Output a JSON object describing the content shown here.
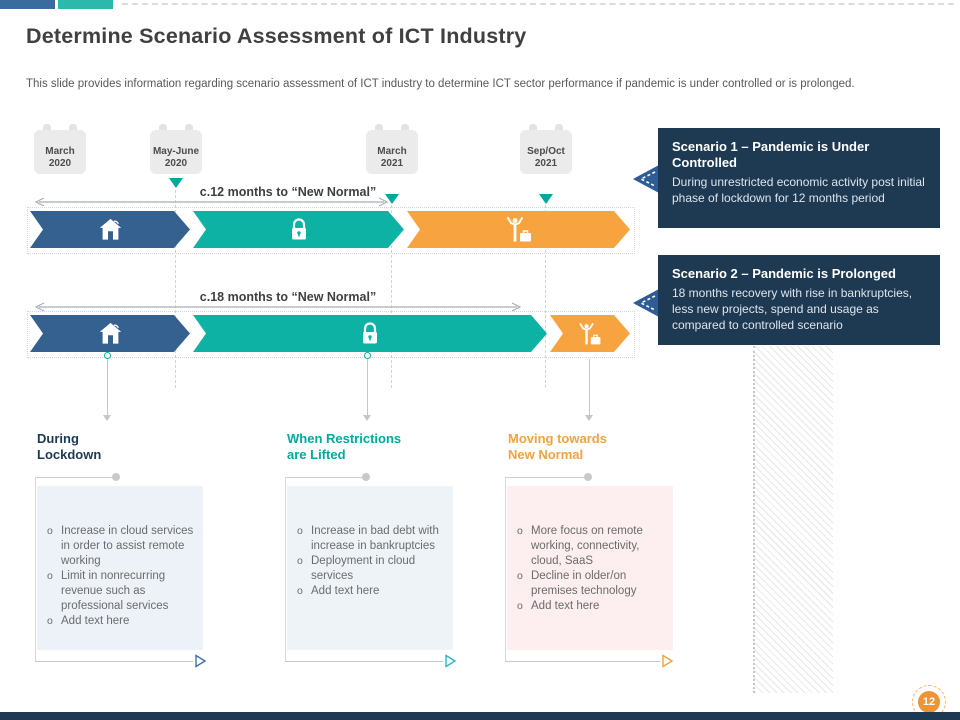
{
  "slide": {
    "title": "Determine Scenario Assessment of ICT Industry",
    "subtitle": "This slide provides information regarding scenario assessment of ICT industry to determine ICT sector performance if pandemic is under controlled or is prolonged.",
    "page_number": "12"
  },
  "colors": {
    "navy": "#1e3a52",
    "blue_arrow": "#34618f",
    "teal_arrow": "#0db2a4",
    "orange_arrow": "#f7a440",
    "badge_orange": "#ef9434"
  },
  "timeline": {
    "milestones": [
      {
        "line1": "March",
        "line2": "2020"
      },
      {
        "line1": "May-June",
        "line2": "2020"
      },
      {
        "line1": "March",
        "line2": "2021"
      },
      {
        "line1": "Sep/Oct",
        "line2": "2021"
      }
    ],
    "durations": [
      {
        "label": "c.12 months to “New Normal”"
      },
      {
        "label": "c.18 months to “New Normal”"
      }
    ],
    "arrow_icons": [
      "work-from-home",
      "lockdown-lock",
      "new-normal-celebration"
    ]
  },
  "scenarios": [
    {
      "title": "Scenario 1 – Pandemic is Under Controlled",
      "body": "During unrestricted economic activity post initial phase of lockdown for 12 months period"
    },
    {
      "title": "Scenario 2 – Pandemic is Prolonged",
      "body": "18 months recovery with rise in bankruptcies, less new projects, spend and usage as compared to controlled scenario"
    }
  ],
  "phases": [
    {
      "heading_line1": "During",
      "heading_line2": "Lockdown",
      "bullets": [
        "Increase in cloud services in order to assist remote working",
        "Limit in nonrecurring revenue such as professional services",
        "Add text here"
      ]
    },
    {
      "heading_line1": "When Restrictions",
      "heading_line2": "are Lifted",
      "bullets": [
        "Increase in bad debt with increase in bankruptcies",
        "Deployment in cloud services",
        "Add text here"
      ]
    },
    {
      "heading_line1": "Moving towards",
      "heading_line2": "New Normal",
      "bullets": [
        "More focus on remote working, connectivity, cloud, SaaS",
        "Decline in older/on premises technology",
        "Add text here"
      ]
    }
  ]
}
